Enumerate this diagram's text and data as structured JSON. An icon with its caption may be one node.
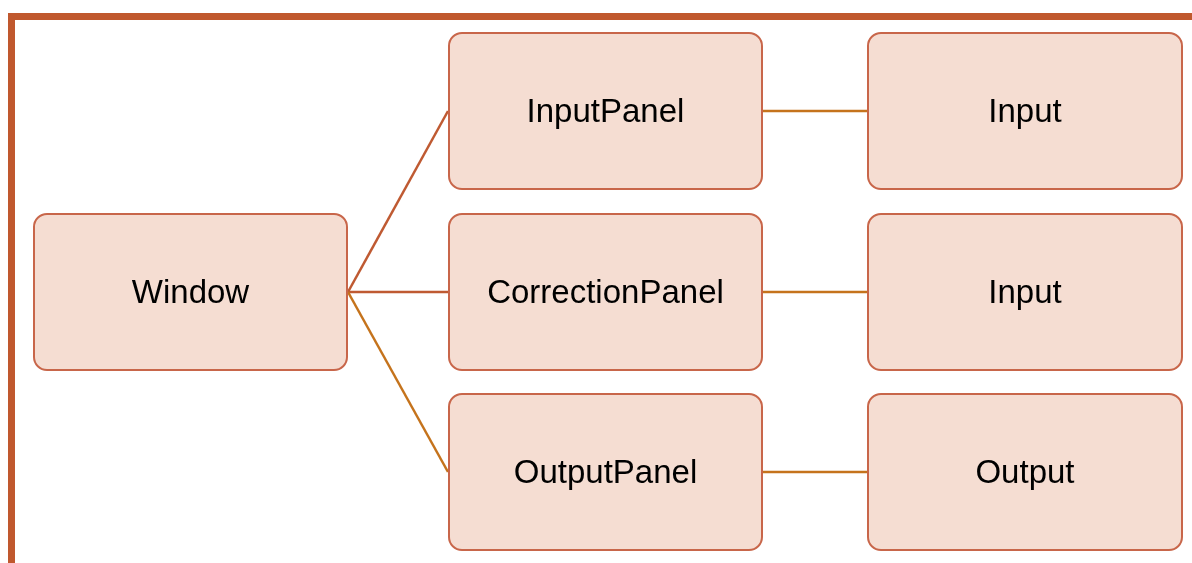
{
  "diagram": {
    "nodes": [
      {
        "text": [
          "Window"
        ]
      },
      {
        "text": [
          "InputPanel"
        ]
      },
      {
        "text": [
          "CorrectionPanel"
        ]
      },
      {
        "text": [
          "OutputPanel"
        ]
      },
      {
        "text": [
          "Input"
        ]
      },
      {
        "text": [
          "Input"
        ]
      },
      {
        "text": [
          "Output"
        ]
      }
    ],
    "edges": [
      {
        "from": 0,
        "to": 1,
        "arrow": "none",
        "color": "#bf5a32"
      },
      {
        "from": 0,
        "to": 2,
        "arrow": "none",
        "color": "#bf5a32"
      },
      {
        "from": 0,
        "to": 3,
        "arrow": "none"
      },
      {
        "from": 1,
        "to": 4,
        "arrow": "none"
      },
      {
        "from": 2,
        "to": 5,
        "arrow": "none"
      },
      {
        "from": 3,
        "to": 6,
        "arrow": "none"
      }
    ]
  }
}
